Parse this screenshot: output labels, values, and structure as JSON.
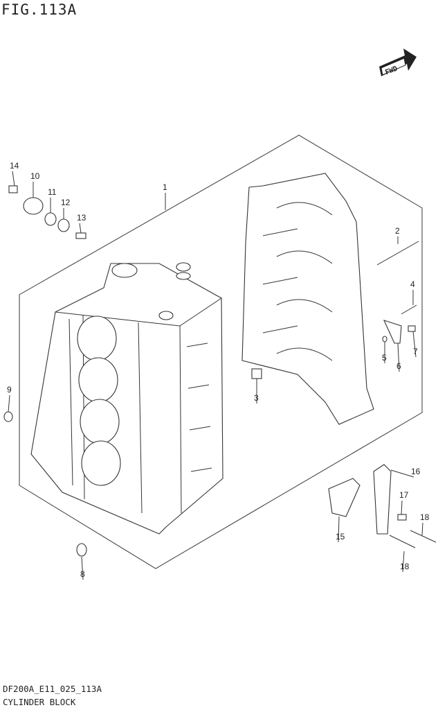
{
  "figure_title": "FIG.113A",
  "drawing_code": "DF200A_E11_025_113A",
  "caption": "CYLINDER BLOCK",
  "fwd_badge": "FWD",
  "callouts": [
    "14",
    "10",
    "11",
    "12",
    "13",
    "1",
    "2",
    "4",
    "5",
    "6",
    "7",
    "3",
    "9",
    "16",
    "17",
    "18",
    "15",
    "18",
    "8"
  ]
}
